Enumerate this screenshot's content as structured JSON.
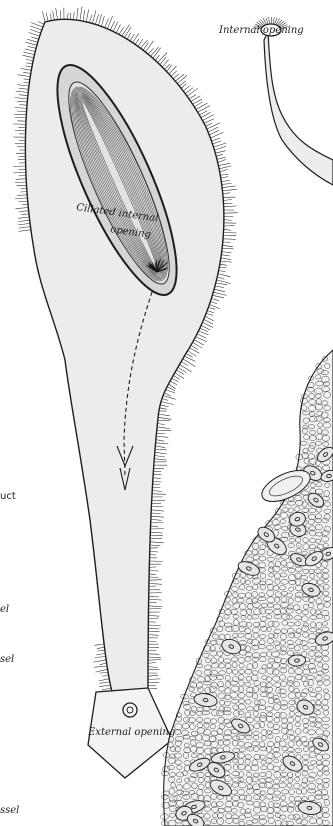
{
  "labels": {
    "internal_opening_top": "Internal opening",
    "ciliated_line1": "Ciliated internal",
    "ciliated_line2": "opening",
    "external_opening": "External opening",
    "edge_duct": "uct",
    "edge_vessel_1": "el",
    "edge_vessel_2": "sel",
    "edge_vessel_3": "ssel"
  },
  "colors": {
    "ink": "#1e1e1e",
    "body_fill": "#ececec",
    "tissue_fill": "#f2f2f2"
  }
}
